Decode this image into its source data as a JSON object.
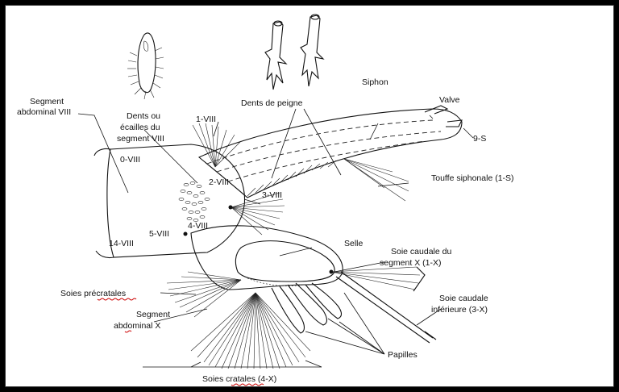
{
  "labels": {
    "segment_viii": [
      "Segment",
      "abdominal VIII"
    ],
    "dents_ecailles": [
      "Dents ou",
      "écailles  du",
      "segment VIII"
    ],
    "dents_peigne": "Dents de peigne",
    "siphon": "Siphon",
    "valve": "Valve",
    "nine_s": "9-S",
    "one_viii": "1-VIII",
    "zero_viii": "0-VIII",
    "two_viii": "2-VIII",
    "three_viii": "3-VIII",
    "four_viii": "4-VIII",
    "five_viii": "5-VIII",
    "fourteen_viii": "14-VIII",
    "touffe": "Touffe siphonale (1-S)",
    "selle": "Selle",
    "soie_caudale": [
      "Soie caudale du",
      "segment X (1-X)"
    ],
    "soie_inf": [
      "Soie caudale",
      "inférieure (3-X)"
    ],
    "soies_precratales": "Soies précratales",
    "segment_x": [
      "Segment",
      "abdominal X"
    ],
    "papilles": "Papilles",
    "soies_cratales": "Soies cratales (4-X)"
  }
}
